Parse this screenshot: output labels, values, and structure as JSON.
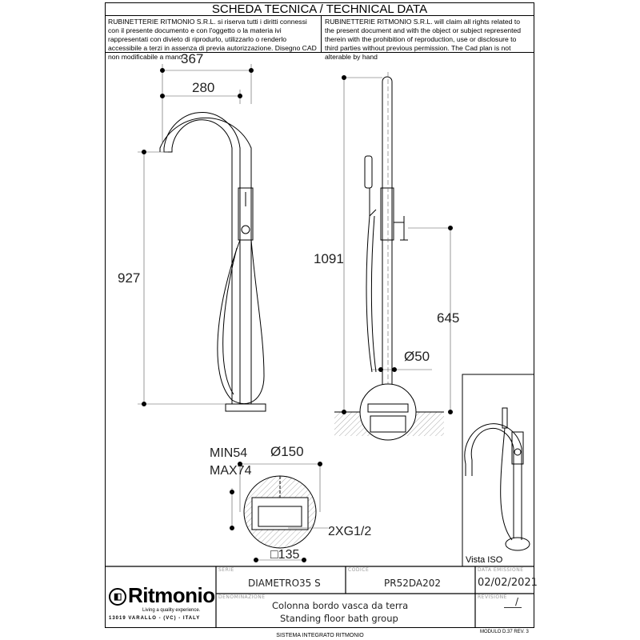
{
  "header": {
    "title": "SCHEDA TECNICA / TECHNICAL DATA",
    "disclaimer_it": "RUBINETTERIE RITMONIO S.R.L. si riserva tutti i diritti connessi con il presente documento e con l'oggetto o la materia ivi rappresentati con divieto di riprodurlo, utilizzarlo o renderlo accessibile a terzi in assenza di previa autorizzazione. Disegno CAD non modificabile a mano",
    "disclaimer_en": "RUBINETTERIE RITMONIO S.R.L. will claim all rights related to the present document and with the object or subject represented therein with the prohibition  of reproduction, use or disclosure to third parties without previous permission.  The Cad plan is not alterable by hand"
  },
  "dimensions": {
    "width_total": "367",
    "spout_reach": "280",
    "height_front": "927",
    "height_side": "1091",
    "lever_height": "645",
    "diameter_column": "Ø50",
    "diameter_base": "Ø150",
    "min": "MIN54",
    "max": "MAX74",
    "connection": "2XG1/2",
    "square": "□135"
  },
  "iso_label": "Vista ISO",
  "title_block": {
    "logo": "Ritmonio",
    "tagline": "Living a quality experience.",
    "address": "13019 VARALLO - (VC) - ITALY",
    "serie_label": "SERIE",
    "serie": "DIAMETRO35  S",
    "codice_label": "CODICE",
    "codice": "PR52DA202",
    "data_label": "DATA EMISSIONE",
    "data": "02/02/2021",
    "denominazione_label": "DENOMINAZIONE",
    "denominazione_it": "Colonna bordo vasca da terra",
    "denominazione_en": "Standing floor bath group",
    "revisione_label": "REVISIONE",
    "revisione": "/"
  },
  "footer": {
    "system": "SISTEMA INTEGRATO RITMONIO",
    "module": "MODULO D.37 REV. 3"
  }
}
